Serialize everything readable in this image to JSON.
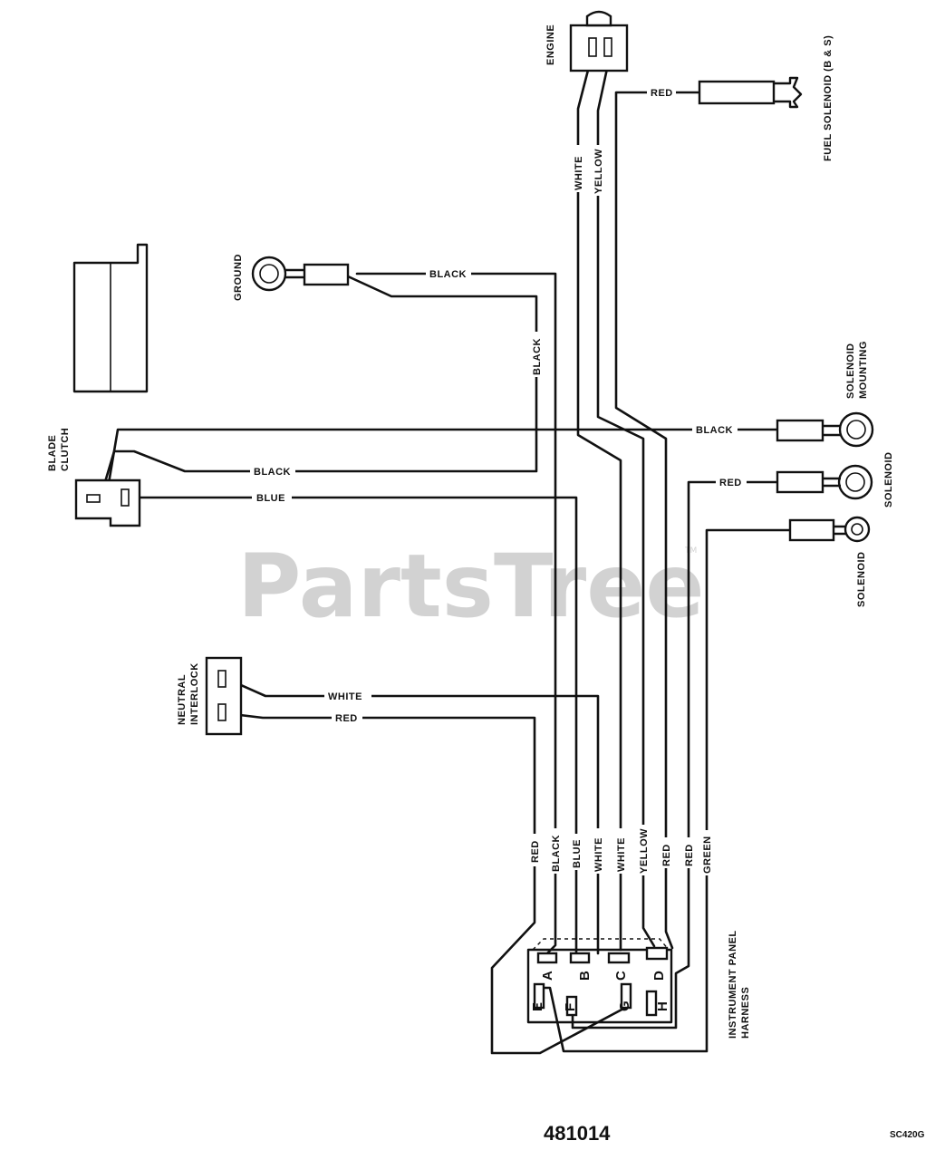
{
  "watermark": {
    "brand": "PartsTree",
    "trademark": "TM"
  },
  "components": {
    "engine": "ENGINE",
    "fuel_solenoid": "FUEL SOLENOID (B & S)",
    "ground": "GROUND",
    "blade_clutch": [
      "BLADE",
      "CLUTCH"
    ],
    "solenoid_mounting": [
      "SOLENOID",
      "MOUNTING"
    ],
    "solenoid_1": "SOLENOID",
    "solenoid_2": "SOLENOID",
    "neutral_interlock": [
      "NEUTRAL",
      "INTERLOCK"
    ],
    "instrument_panel_harness": [
      "INSTRUMENT PANEL",
      "HARNESS"
    ]
  },
  "wire_labels": {
    "red_fuel": "RED",
    "white_engine": "WHITE",
    "yellow_engine": "YELLOW",
    "black_ground_h": "BLACK",
    "black_ground_v": "BLACK",
    "black_mounting": "BLACK",
    "black_clutch": "BLACK",
    "blue_clutch": "BLUE",
    "red_solenoid": "RED",
    "white_interlock": "WHITE",
    "red_interlock": "RED"
  },
  "harness_wires": [
    "RED",
    "BLACK",
    "BLUE",
    "WHITE",
    "WHITE",
    "YELLOW",
    "RED",
    "RED",
    "GREEN"
  ],
  "pins": [
    "A",
    "B",
    "C",
    "D",
    "E",
    "F",
    "G",
    "H"
  ],
  "part_number": "481014",
  "drawing_code": "SC420G"
}
